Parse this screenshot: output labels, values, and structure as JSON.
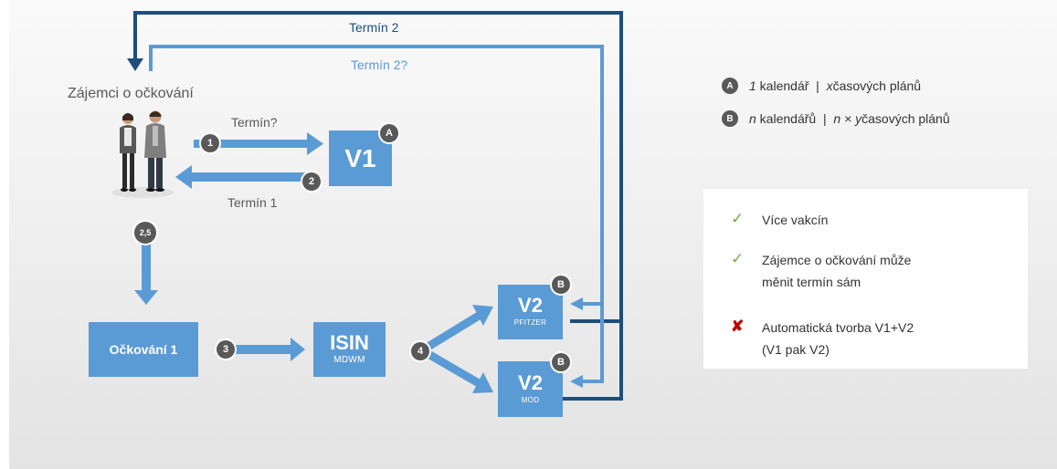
{
  "diagram": {
    "interested_label": "Zájemci o očkování",
    "arrow_labels": {
      "termin_question": "Termín?",
      "termin_1": "Termín 1",
      "termin_2": "Termín 2",
      "termin_2_question": "Termín 2?"
    },
    "boxes": {
      "v1": {
        "title": "V1",
        "badge": "A"
      },
      "ockovani": {
        "title": "Očkování 1"
      },
      "isin": {
        "title": "ISIN",
        "subtitle": "MDWM"
      },
      "v2_pfizer": {
        "title": "V2",
        "subtitle": "PFITZER",
        "badge": "B"
      },
      "v2_mod": {
        "title": "V2",
        "subtitle": "MOD",
        "badge": "B"
      }
    },
    "steps": [
      "1",
      "2",
      "2,5",
      "3",
      "4"
    ],
    "colors": {
      "box": "#5b9bd5",
      "dark_line": "#1f4e79",
      "badge": "#595959"
    }
  },
  "legend": {
    "a": {
      "badge": "A",
      "count": "1",
      "text1": " kalendář  |  ",
      "var": "x",
      "text2": " časových plánů"
    },
    "b": {
      "badge": "B",
      "count": "n",
      "text1": " kalendářů  |  ",
      "var": "n × y",
      "text2": " časových plánů"
    }
  },
  "panel": {
    "items": [
      {
        "mark": "✓",
        "type": "ok",
        "line1": "Více vakcín",
        "line2": ""
      },
      {
        "mark": "✓",
        "type": "ok",
        "line1": "Zájemce o očkování může",
        "line2": "měnit termín sám"
      },
      {
        "mark": "✘",
        "type": "no",
        "line1": "Automatická tvorba V1+V2",
        "line2": "(V1 pak V2)"
      }
    ]
  }
}
